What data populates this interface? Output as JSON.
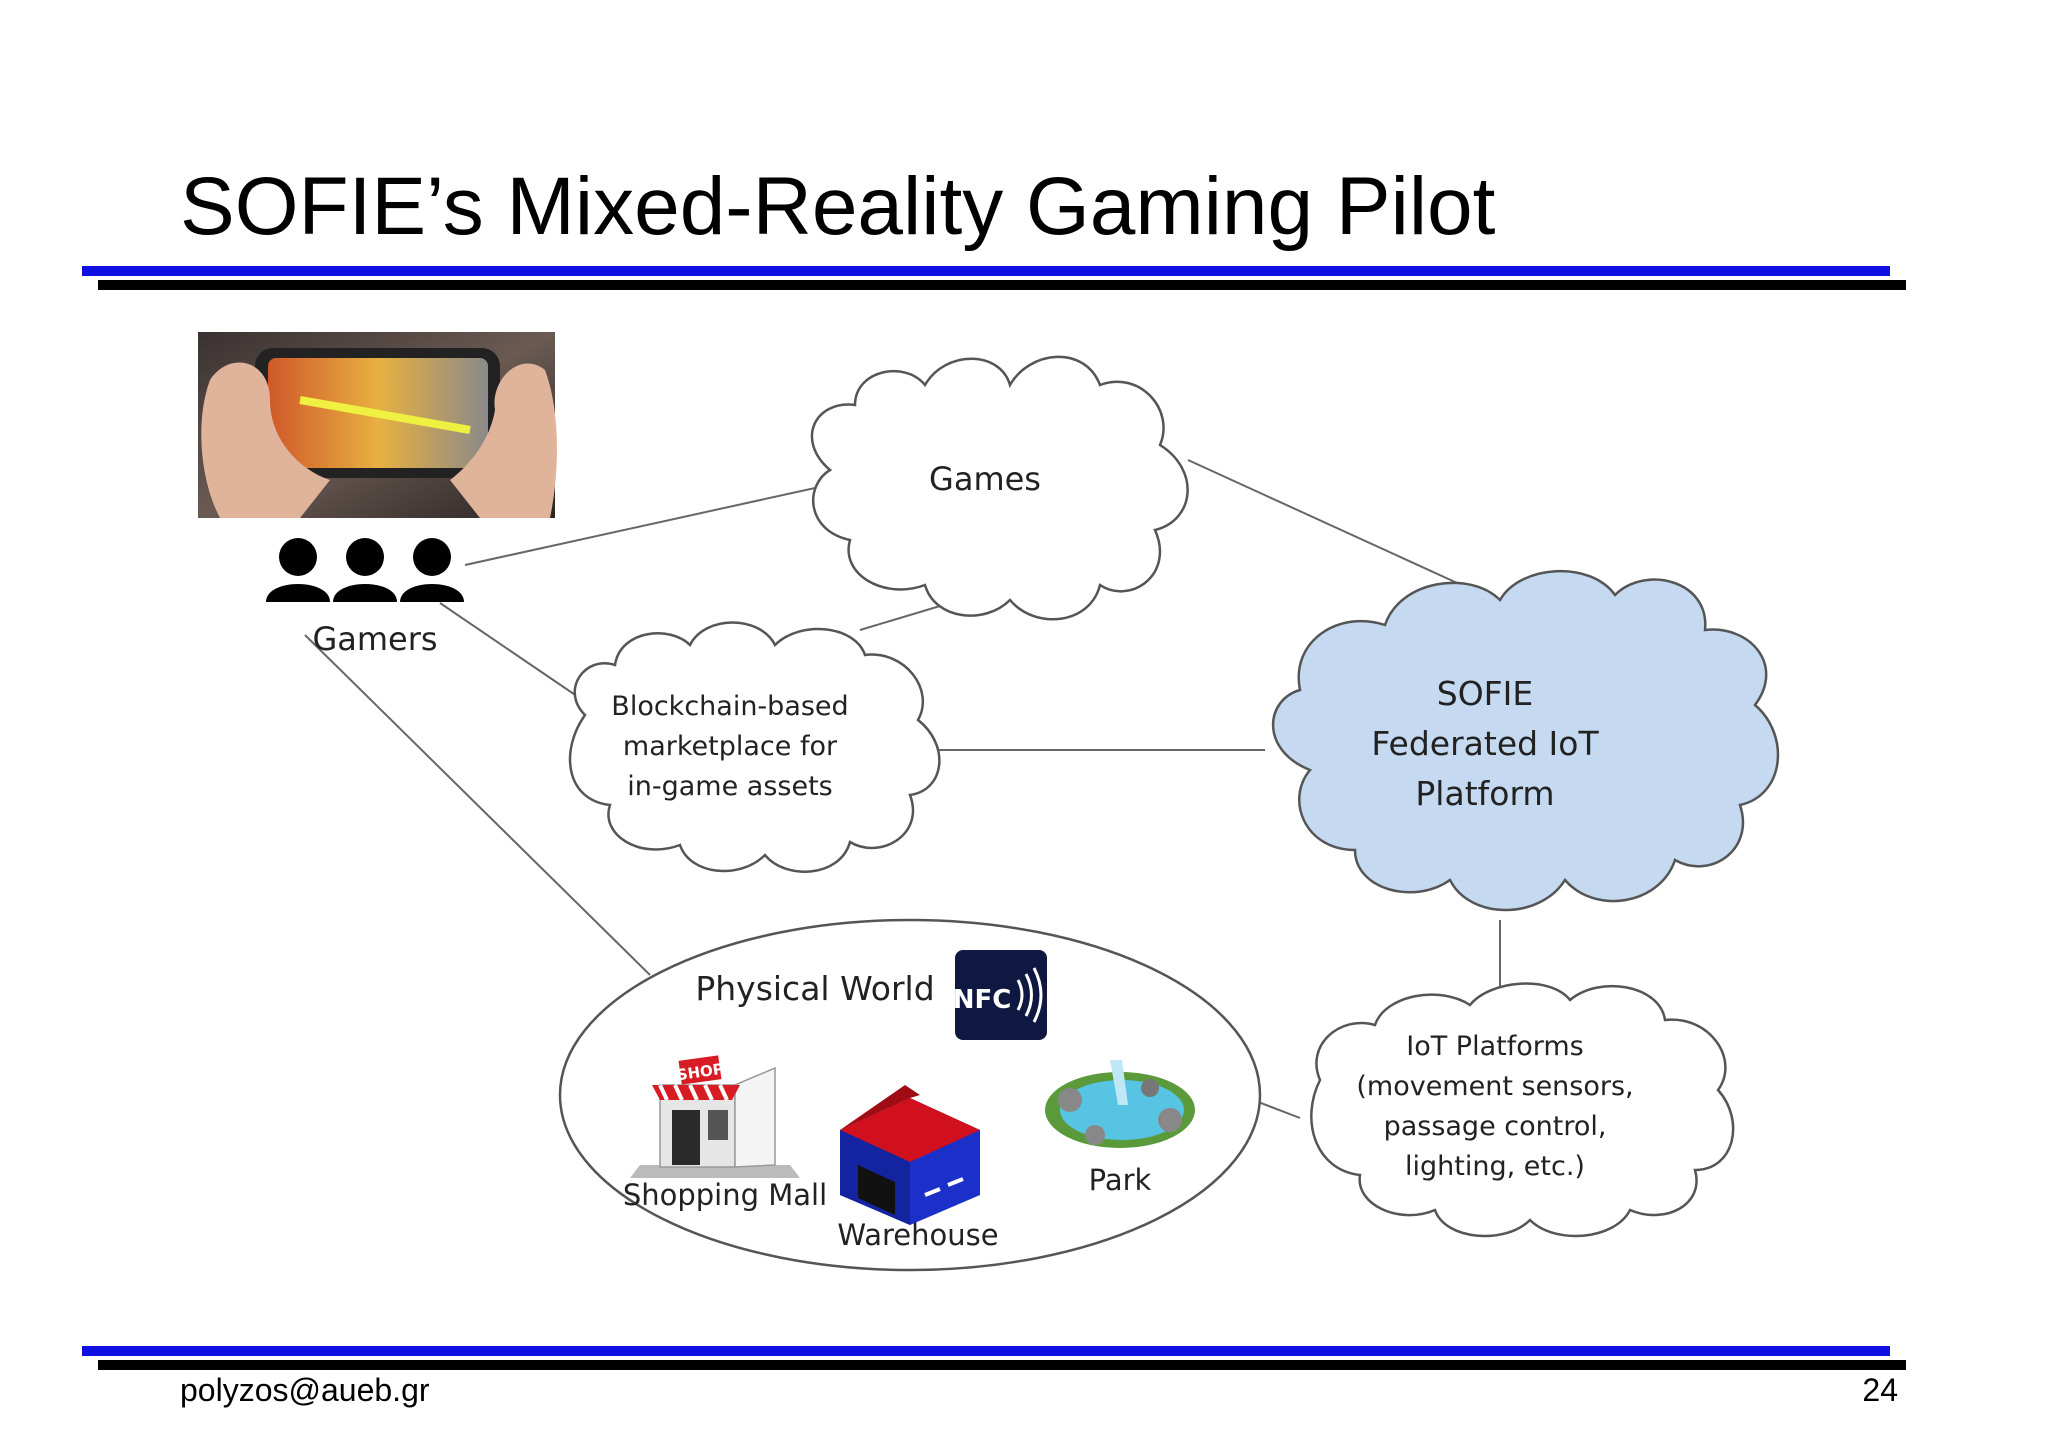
{
  "slide": {
    "title": "SOFIE’s Mixed-Reality Gaming Pilot",
    "footer_email": "polyzos@aueb.gr",
    "page_number": "24"
  },
  "colors": {
    "rule_blue": "#1010e0",
    "rule_black": "#000000",
    "sofie_cloud": "#c5d9f1",
    "cloud_stroke": "#555555",
    "nfc_badge": "#0f1840",
    "warehouse_roof": "#d0101c",
    "warehouse_wall": "#1b30c8",
    "shop_awning": "#d81c24",
    "park_water": "#58c4e4",
    "park_grass": "#5a9a3a"
  },
  "diagram": {
    "gamers": {
      "label": "Gamers",
      "icon": "user-group-icon",
      "photo": "ar-phone-game-photo"
    },
    "games": {
      "label": "Games"
    },
    "marketplace": {
      "lines": [
        "Blockchain-based",
        "marketplace for",
        "in-game assets"
      ]
    },
    "sofie": {
      "lines": [
        "SOFIE",
        "Federated IoT",
        "Platform"
      ]
    },
    "physical_world": {
      "label": "Physical World",
      "nfc": "NFC",
      "places": [
        {
          "label": "Shopping Mall",
          "icon": "shop-icon"
        },
        {
          "label": "Warehouse",
          "icon": "warehouse-icon"
        },
        {
          "label": "Park",
          "icon": "park-icon"
        }
      ]
    },
    "iot_platforms": {
      "lines": [
        "IoT Platforms",
        "(movement sensors,",
        "passage control,",
        "lighting, etc.)"
      ]
    }
  }
}
